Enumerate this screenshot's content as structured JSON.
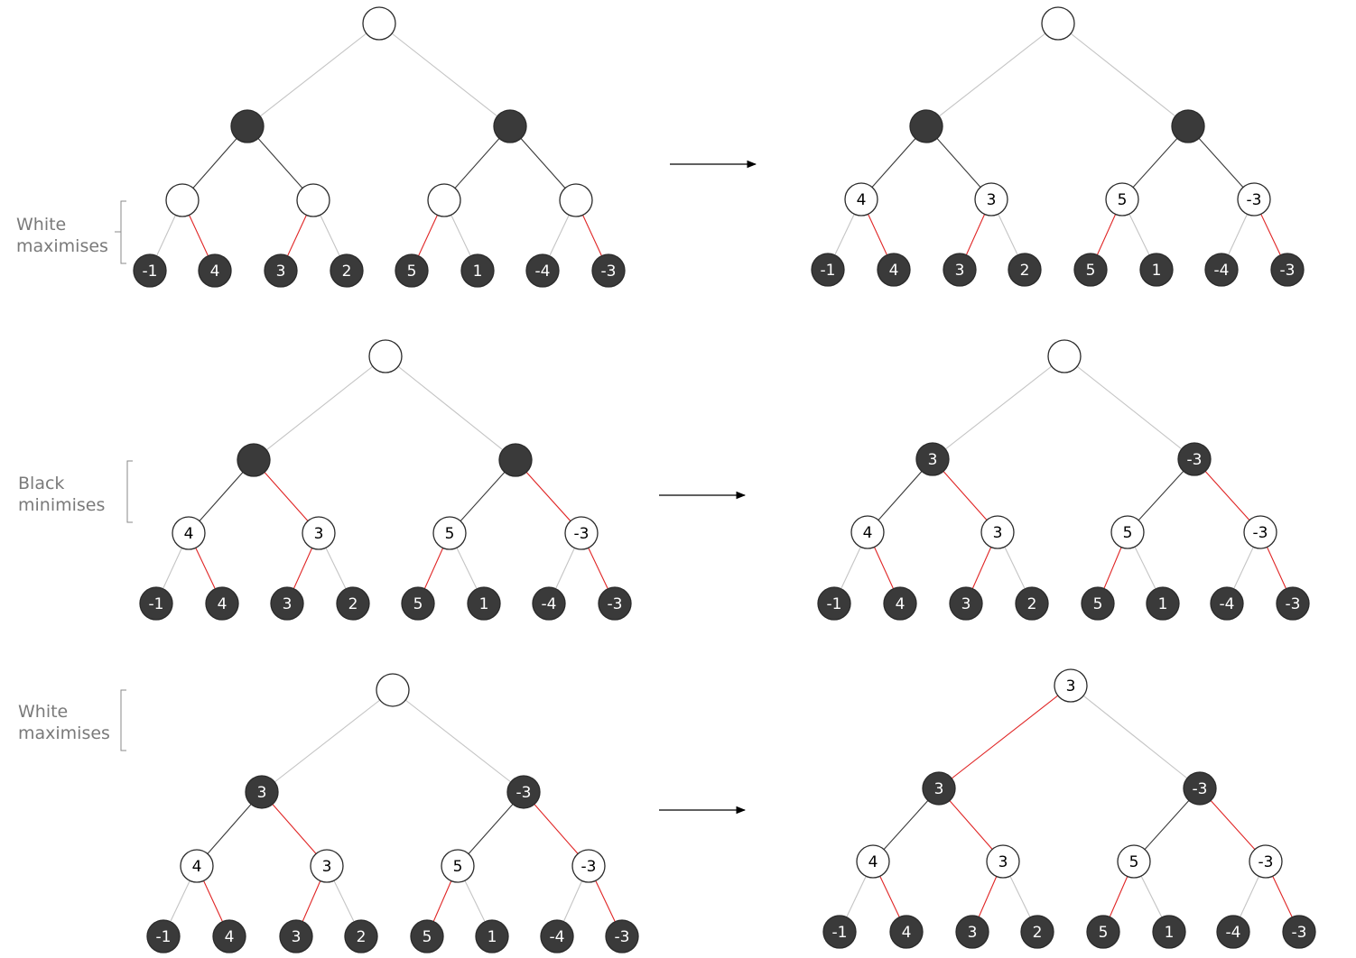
{
  "labels": [
    {
      "name": "label-white-maximises-1",
      "lines": [
        "White",
        "maximises"
      ]
    },
    {
      "name": "label-black-minimises",
      "lines": [
        "Black",
        "minimises"
      ]
    },
    {
      "name": "label-white-maximises-2",
      "lines": [
        "White",
        "maximises"
      ]
    }
  ],
  "leaf_values": [
    "-1",
    "4",
    "3",
    "2",
    "5",
    "1",
    "-4",
    "-3"
  ],
  "level2_values": [
    "4",
    "3",
    "5",
    "-3"
  ],
  "level1_values": [
    "3",
    "-3"
  ],
  "root_value": "3",
  "colors": {
    "black_node": "#3a3a3a",
    "white_node": "#ffffff",
    "edge_gray": "#c4c4c4",
    "edge_dark": "#3a3a3a",
    "edge_red": "#e02424",
    "label_gray": "#7a7a7a"
  },
  "trees": [
    {
      "name": "tree-1-before",
      "root": "",
      "l1": [
        "",
        ""
      ],
      "l2": [
        "",
        "",
        "",
        ""
      ],
      "leaves": [
        "-1",
        "4",
        "3",
        "2",
        "5",
        "1",
        "-4",
        "-3"
      ],
      "red_leaf_edges": [
        1,
        2,
        4,
        7
      ],
      "red_l1_edges": [],
      "red_root_edge": null
    },
    {
      "name": "tree-1-after",
      "root": "",
      "l1": [
        "",
        ""
      ],
      "l2": [
        "4",
        "3",
        "5",
        "-3"
      ],
      "leaves": [
        "-1",
        "4",
        "3",
        "2",
        "5",
        "1",
        "-4",
        "-3"
      ],
      "red_leaf_edges": [
        1,
        2,
        4,
        7
      ],
      "red_l1_edges": [],
      "red_root_edge": null
    },
    {
      "name": "tree-2-before",
      "root": "",
      "l1": [
        "",
        ""
      ],
      "l2": [
        "4",
        "3",
        "5",
        "-3"
      ],
      "leaves": [
        "-1",
        "4",
        "3",
        "2",
        "5",
        "1",
        "-4",
        "-3"
      ],
      "red_leaf_edges": [
        1,
        2,
        4,
        7
      ],
      "red_l1_edges": [
        1,
        3
      ],
      "red_root_edge": null
    },
    {
      "name": "tree-2-after",
      "root": "",
      "l1": [
        "3",
        "-3"
      ],
      "l2": [
        "4",
        "3",
        "5",
        "-3"
      ],
      "leaves": [
        "-1",
        "4",
        "3",
        "2",
        "5",
        "1",
        "-4",
        "-3"
      ],
      "red_leaf_edges": [
        1,
        2,
        4,
        7
      ],
      "red_l1_edges": [
        1,
        3
      ],
      "red_root_edge": null
    },
    {
      "name": "tree-3-before",
      "root": "",
      "l1": [
        "3",
        "-3"
      ],
      "l2": [
        "4",
        "3",
        "5",
        "-3"
      ],
      "leaves": [
        "-1",
        "4",
        "3",
        "2",
        "5",
        "1",
        "-4",
        "-3"
      ],
      "red_leaf_edges": [
        1,
        2,
        4,
        7
      ],
      "red_l1_edges": [
        1,
        3
      ],
      "red_root_edge": null
    },
    {
      "name": "tree-3-after",
      "root": "3",
      "l1": [
        "3",
        "-3"
      ],
      "l2": [
        "4",
        "3",
        "5",
        "-3"
      ],
      "leaves": [
        "-1",
        "4",
        "3",
        "2",
        "5",
        "1",
        "-4",
        "-3"
      ],
      "red_leaf_edges": [
        1,
        2,
        4,
        7
      ],
      "red_l1_edges": [
        1,
        3
      ],
      "red_root_edge": 0
    }
  ]
}
